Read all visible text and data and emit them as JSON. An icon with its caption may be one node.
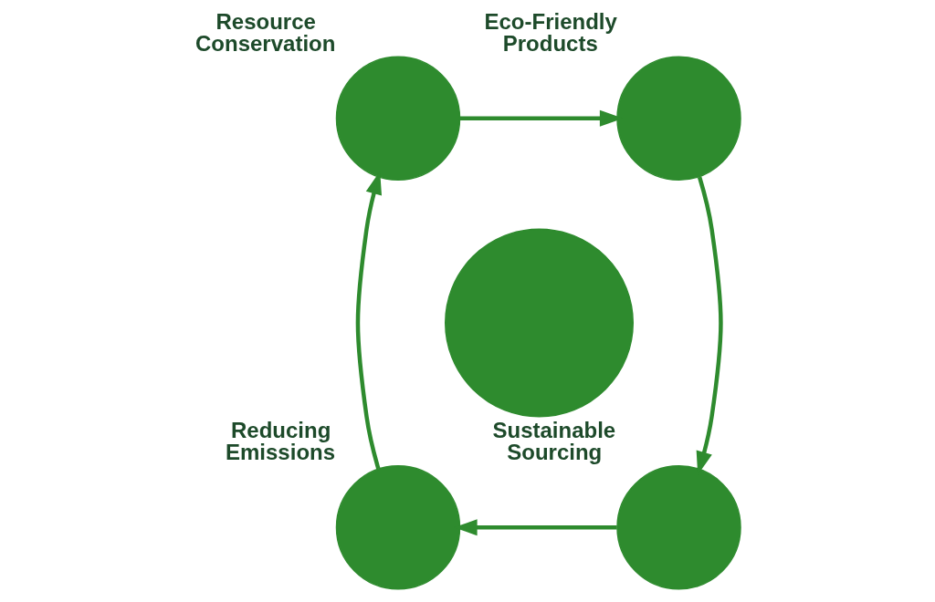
{
  "diagram": {
    "nodes": [
      {
        "text": [
          "Resource Conservation"
        ]
      },
      {
        "text": [
          "Eco-Friendly Products"
        ]
      },
      {
        "text": [],
        "shape": "circle"
      },
      {
        "text": [
          "Reducing Emissions"
        ]
      },
      {
        "text": [
          "Sustainable Sourcing"
        ]
      }
    ],
    "edges": [
      {
        "from": 0,
        "to": 1,
        "arrow": "to"
      },
      {
        "from": 1,
        "to": 4,
        "arrow": "to"
      },
      {
        "from": 4,
        "to": 3,
        "arrow": "to"
      },
      {
        "from": 3,
        "to": 0,
        "arrow": "to"
      }
    ]
  }
}
